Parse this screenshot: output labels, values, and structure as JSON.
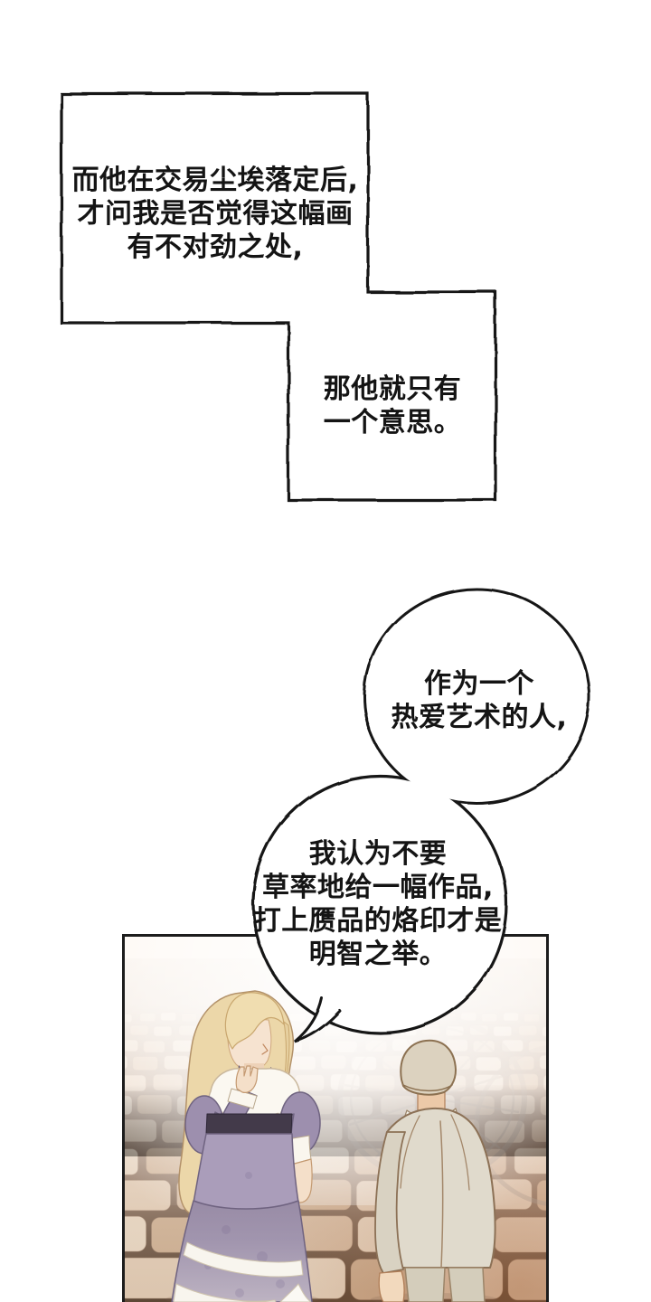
{
  "narration": {
    "box1": {
      "lines": [
        "而他在交易尘埃落定后,",
        "才问我是否觉得这幅画",
        "有不对劲之处,"
      ]
    },
    "box2": {
      "lines": [
        "那他就只有",
        "一个意思。"
      ]
    }
  },
  "bubbles": {
    "bubble1": {
      "lines": [
        "作为一个",
        "热爱艺术的人,"
      ]
    },
    "bubble2": {
      "lines": [
        "我认为不要",
        "草率地给一幅作品,",
        "打上赝品的烙印才是",
        "明智之举。"
      ]
    }
  },
  "panel": {
    "colors": {
      "ink": "#1a1a1a",
      "dress": "#a295b2",
      "dress_shadow": "#857698",
      "belt": "#433a4a",
      "hair": "#ecd7a9",
      "skin": "#f4dfc9",
      "lace": "#faf6ee",
      "suit": "#e0dacc",
      "cap": "#dcd2bf",
      "wheel": "#9a8475",
      "stones": [
        "#dcc6af",
        "#d2b79d",
        "#e2d0bb",
        "#c9ab8e"
      ],
      "stone_edge": "#9b7e66"
    }
  }
}
